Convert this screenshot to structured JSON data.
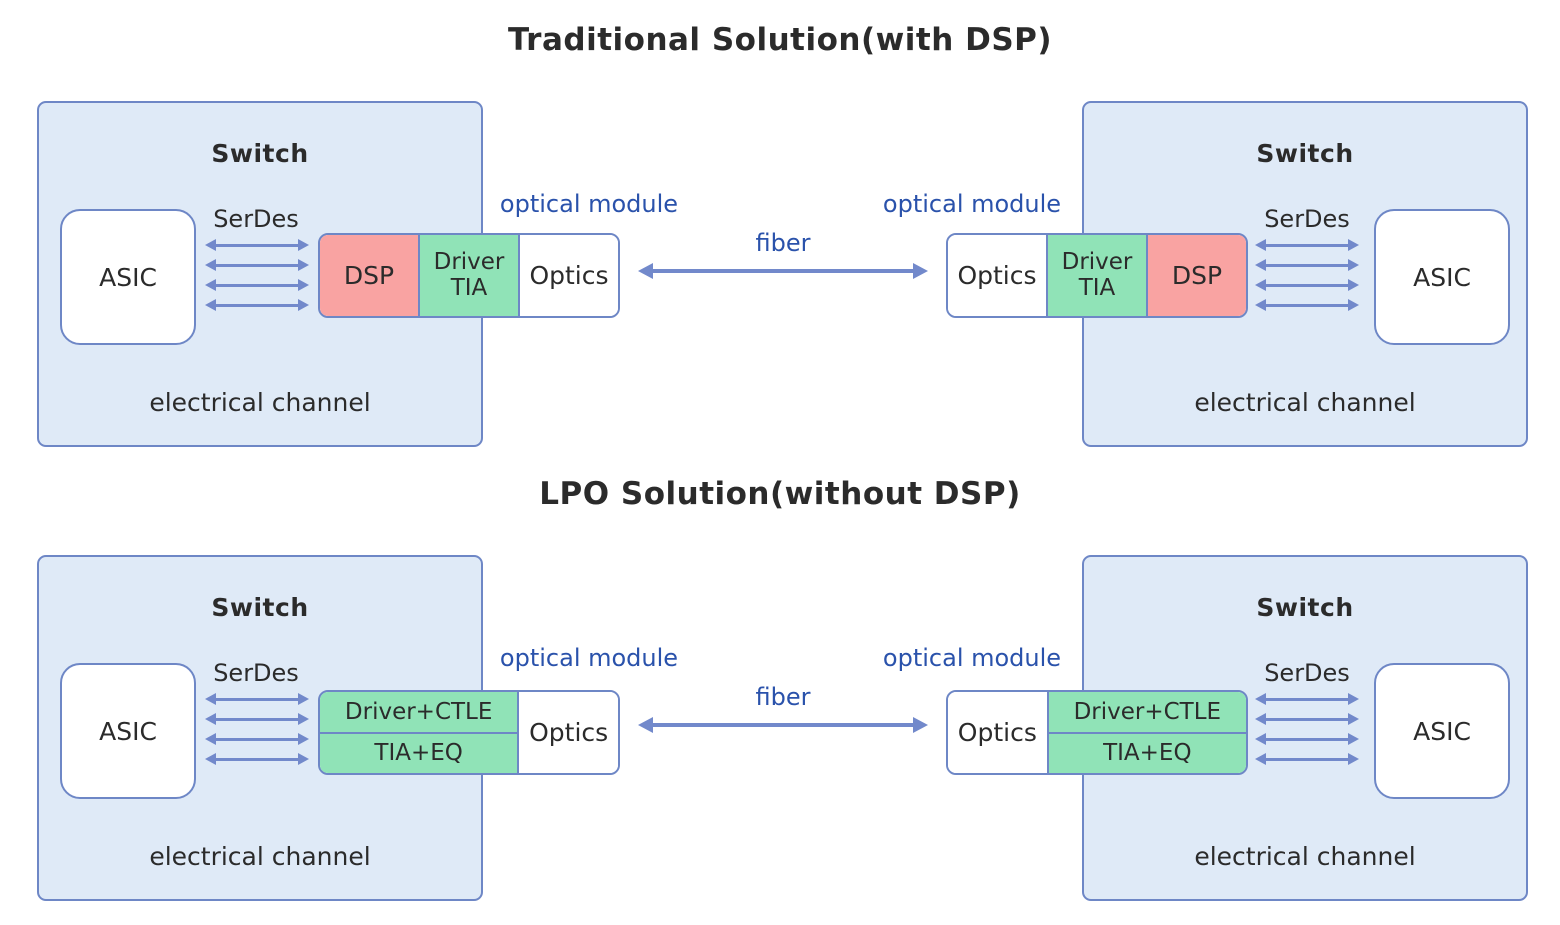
{
  "colors": {
    "page-bg": "#ffffff",
    "switch-fill": "#dfeaf7",
    "border-blue": "#6e87c6",
    "pink": "#f9a3a2",
    "green": "#90e3b7",
    "text-blue": "#2a52ab",
    "arrow-blue": "#7289cb",
    "text-dark": "#2b2b2b"
  },
  "sections": {
    "traditional": {
      "title": "Traditional Solution(with DSP)"
    },
    "lpo": {
      "title": "LPO Solution(without DSP)"
    }
  },
  "labels": {
    "switch": "Switch",
    "asic": "ASIC",
    "serdes": "SerDes",
    "electrical_channel": "electrical channel",
    "optical_module": "optical module",
    "fiber": "fiber",
    "dsp": "DSP",
    "driver": "Driver",
    "tia": "TIA",
    "optics": "Optics",
    "driver_ctle": "Driver+CTLE",
    "tia_eq": "TIA+EQ"
  }
}
